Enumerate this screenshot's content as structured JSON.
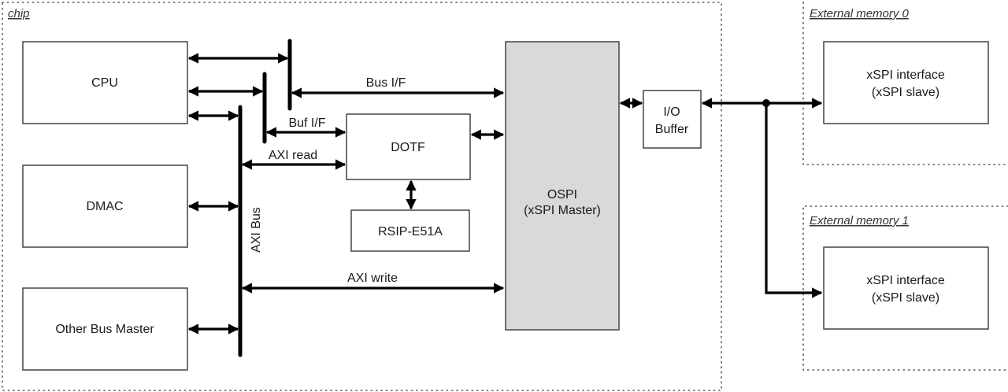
{
  "diagram": {
    "regions": {
      "chip": "chip",
      "ext_mem0": "External memory 0",
      "ext_mem1": "External memory 1"
    },
    "blocks": {
      "cpu": "CPU",
      "dmac": "DMAC",
      "other_bus_master": "Other Bus Master",
      "dotf": "DOTF",
      "rsip": "RSIP-E51A",
      "ospi_line1": "OSPI",
      "ospi_line2": "(xSPI Master)",
      "io_buffer_line1": "I/O",
      "io_buffer_line2": "Buffer",
      "xspi0_line1": "xSPI interface",
      "xspi0_line2": "(xSPI slave)",
      "xspi1_line1": "xSPI interface",
      "xspi1_line2": "(xSPI slave)"
    },
    "connections": {
      "bus_if": "Bus I/F",
      "buf_if": "Buf I/F",
      "axi_read": "AXI read",
      "axi_write": "AXI write",
      "axi_bus": "AXI Bus"
    }
  }
}
